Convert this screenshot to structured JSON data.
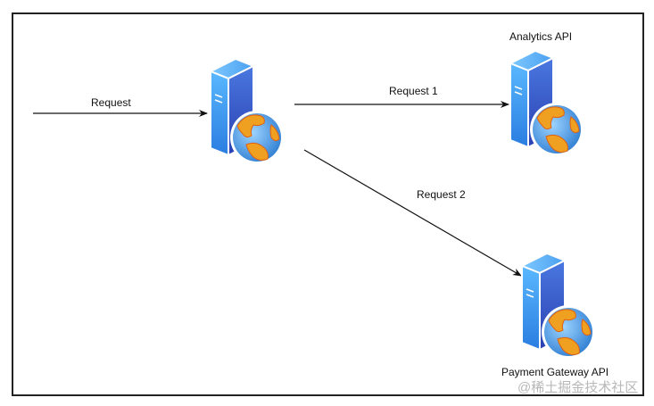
{
  "diagram": {
    "nodes": [
      {
        "id": "client-server",
        "label": "",
        "icon": "web-server-icon"
      },
      {
        "id": "analytics-api",
        "label": "Analytics API",
        "icon": "web-server-icon"
      },
      {
        "id": "payment-gateway-api",
        "label": "Payment Gateway API",
        "icon": "web-server-icon"
      }
    ],
    "edges": [
      {
        "from": "external",
        "to": "client-server",
        "label": "Request"
      },
      {
        "from": "client-server",
        "to": "analytics-api",
        "label": "Request 1"
      },
      {
        "from": "client-server",
        "to": "payment-gateway-api",
        "label": "Request 2"
      }
    ]
  },
  "colors": {
    "server_front": "#3a8ef0",
    "server_side": "#3a55c8",
    "globe_ocean": "#4a9ee0",
    "globe_land": "#f0a020",
    "line": "#111111"
  },
  "watermark": "@稀土掘金技术社区"
}
